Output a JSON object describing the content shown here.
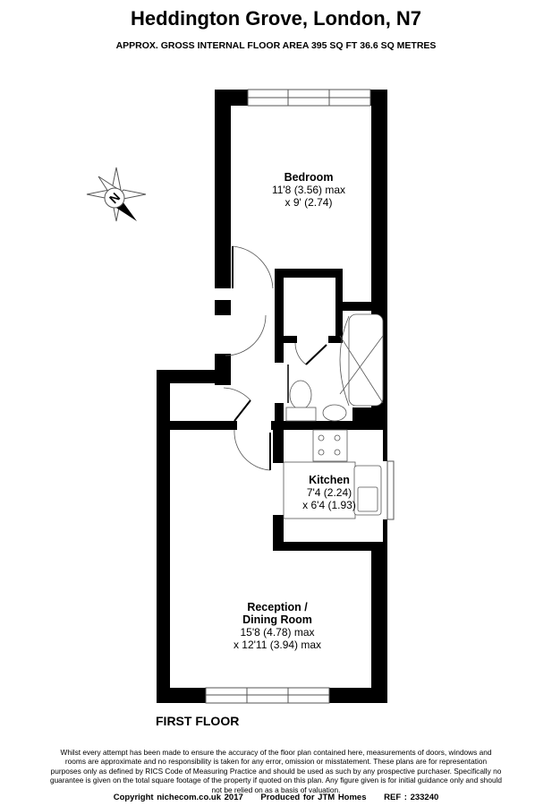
{
  "title": "Heddington Grove, London, N7",
  "subtitle": "APPROX. GROSS INTERNAL FLOOR AREA 395 SQ FT 36.6 SQ METRES",
  "compass": {
    "label": "N",
    "icon": "north-compass-icon"
  },
  "rooms": {
    "bedroom": {
      "name": "Bedroom",
      "dim1": "11'8 (3.56) max",
      "dim2": "x 9' (2.74)"
    },
    "kitchen": {
      "name": "Kitchen",
      "dim1": "7'4 (2.24)",
      "dim2": "x 6'4 (1.93)"
    },
    "reception": {
      "name": "Reception /",
      "name2": "Dining Room",
      "dim1": "15'8 (4.78) max",
      "dim2": "x 12'11 (3.94) max"
    }
  },
  "floor_label": "FIRST FLOOR",
  "disclaimer": "Whilst every attempt has been made to ensure the accuracy of the floor plan contained here, measurements of doors, windows and rooms are approximate and no responsibility is taken for any error, omission or misstatement. These plans are for representation purposes only as defined by RICS Code of Measuring Practice and should be used as such by any prospective purchaser. Specifically no guarantee is given on the total square footage of the property if quoted on this plan. Any figure given is for initial guidance only and should not be relied on as a basis of valuation.",
  "footer": {
    "copyright": "Copyright nichecom.co.uk 2017",
    "produced": "Produced for JTM Homes",
    "ref": "REF : 233240"
  }
}
